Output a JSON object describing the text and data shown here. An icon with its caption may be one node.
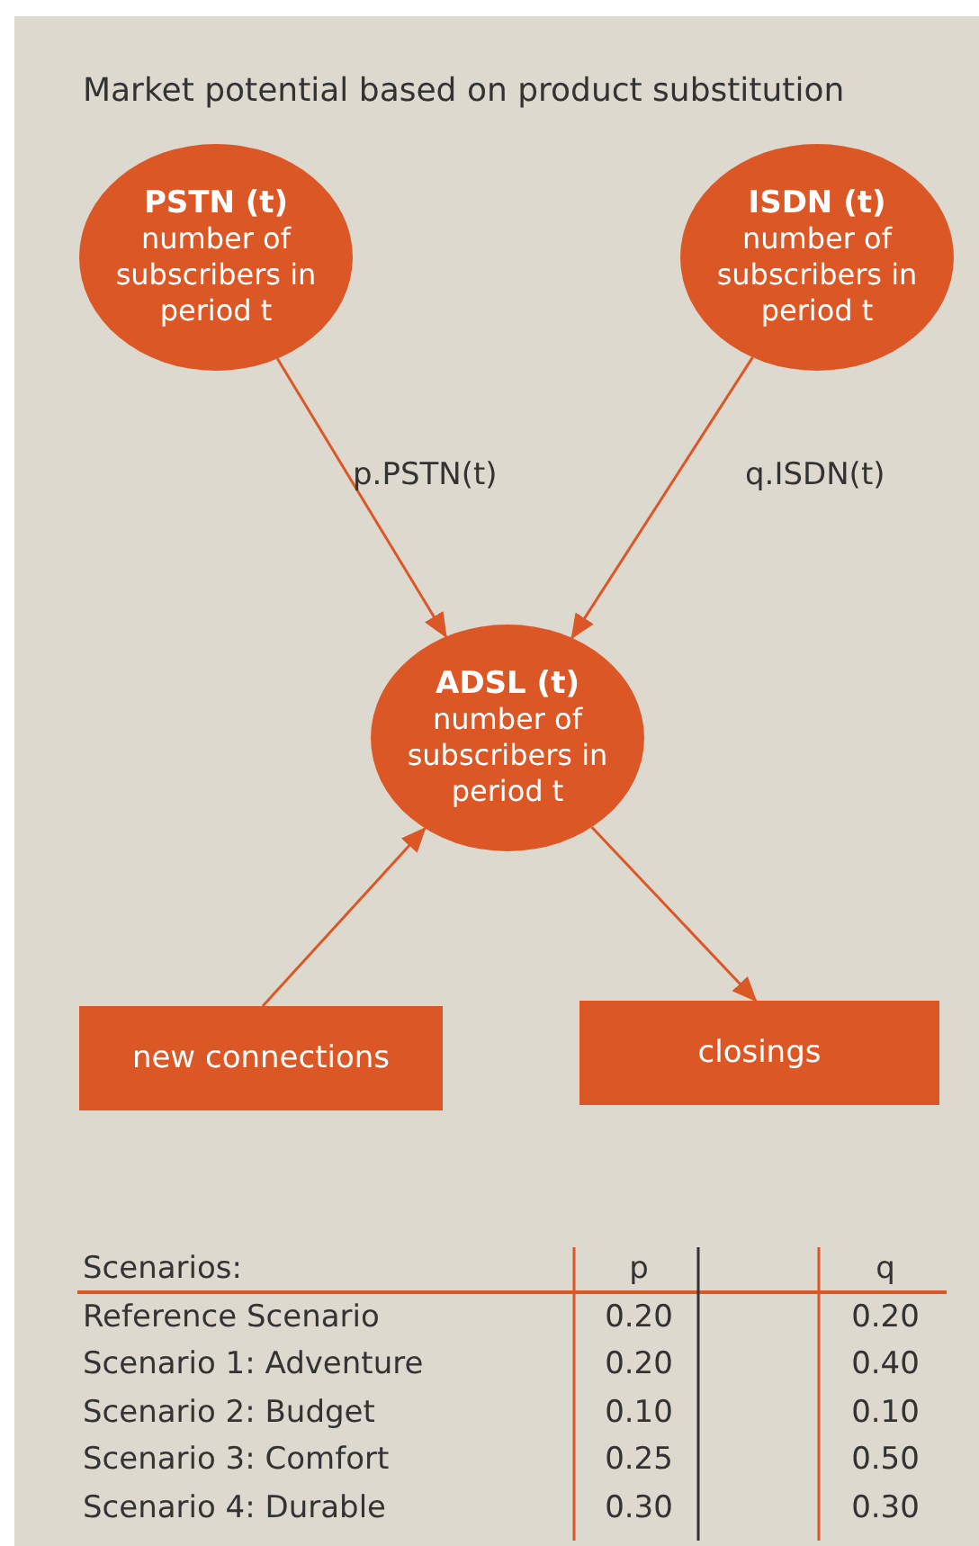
{
  "diagram": {
    "title": "Market potential based on product substitution",
    "nodes": [
      {
        "text": [
          "PSTN (t)",
          "number of subscribers in period t"
        ]
      },
      {
        "text": [
          "ISDN (t)",
          "number of subscribers in period t"
        ]
      },
      {
        "text": [
          "ADSL (t)",
          "number of subscribers in period t"
        ]
      },
      {
        "text": [
          "new connections"
        ]
      },
      {
        "text": [
          "closings"
        ]
      }
    ],
    "edges": [
      {
        "from": 0,
        "to": 2,
        "arrow": "to",
        "label": "p.PSTN(t)"
      },
      {
        "from": 1,
        "to": 2,
        "arrow": "to",
        "label": "q.ISDN(t)"
      },
      {
        "from": 3,
        "to": 2,
        "arrow": "to"
      },
      {
        "from": 2,
        "to": 4,
        "arrow": "to"
      }
    ],
    "labels": [
      "Scenarios:",
      "p",
      "q",
      "Reference Scenario",
      "0.20",
      "0.20",
      "Scenario 1: Adventure",
      "0.20",
      "0.40",
      "Scenario 2: Budget",
      "0.10",
      "0.10",
      "Scenario 3: Comfort",
      "0.25",
      "0.50",
      "Scenario 4: Durable",
      "0.30",
      "0.30"
    ]
  }
}
